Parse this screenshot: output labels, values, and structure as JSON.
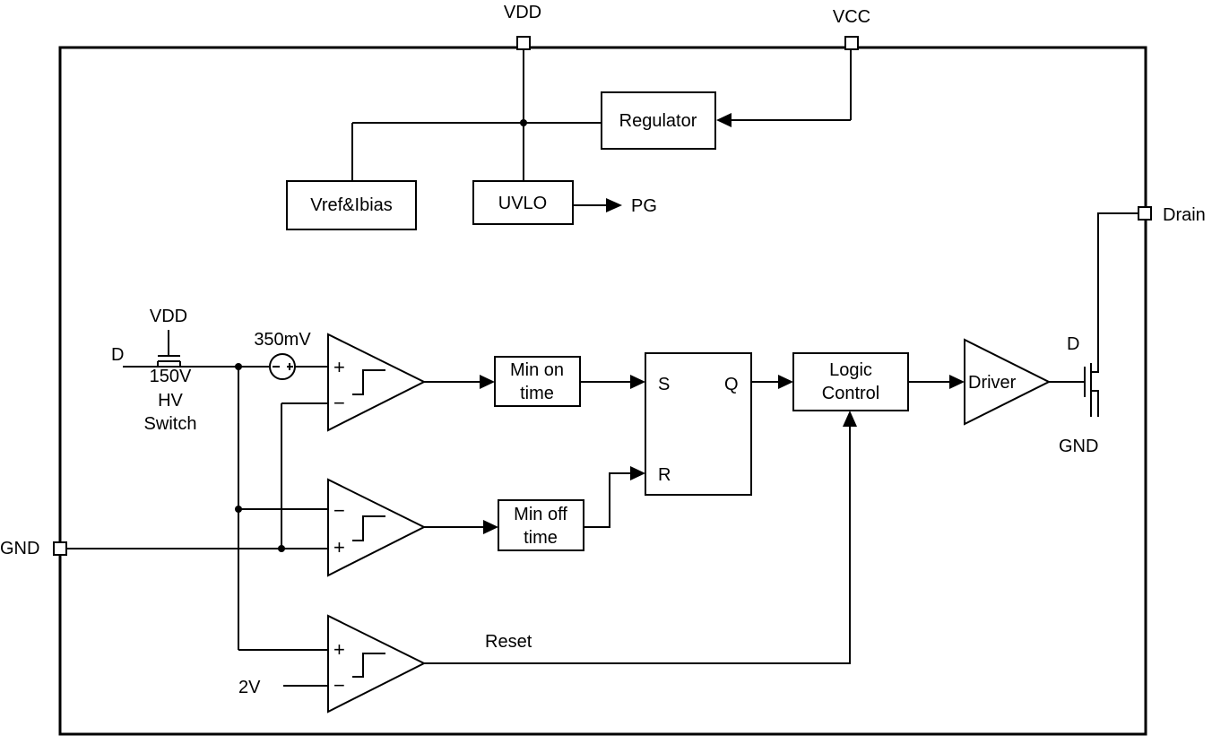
{
  "pins": {
    "vdd": "VDD",
    "vcc": "VCC",
    "drain": "Drain",
    "gnd": "GND"
  },
  "blocks": {
    "regulator": "Regulator",
    "vref": "Vref&Ibias",
    "uvlo": "UVLO",
    "min_on": [
      "Min on",
      "time"
    ],
    "min_off": [
      "Min off",
      "time"
    ],
    "sr_latch": {
      "s": "S",
      "q": "Q",
      "r": "R"
    },
    "logic_control": [
      "Logic",
      "Control"
    ],
    "driver": "Driver"
  },
  "signals": {
    "pg": "PG",
    "hv_vdd": "VDD",
    "hv_d": "D",
    "hv_switch": [
      "150V",
      "HV",
      "Switch"
    ],
    "source_350mv": "350mV",
    "reset": "Reset",
    "ref_2v": "2V",
    "mosfet_d": "D",
    "mosfet_gnd": "GND"
  },
  "comparator_signs": {
    "plus": "+",
    "minus": "−"
  }
}
